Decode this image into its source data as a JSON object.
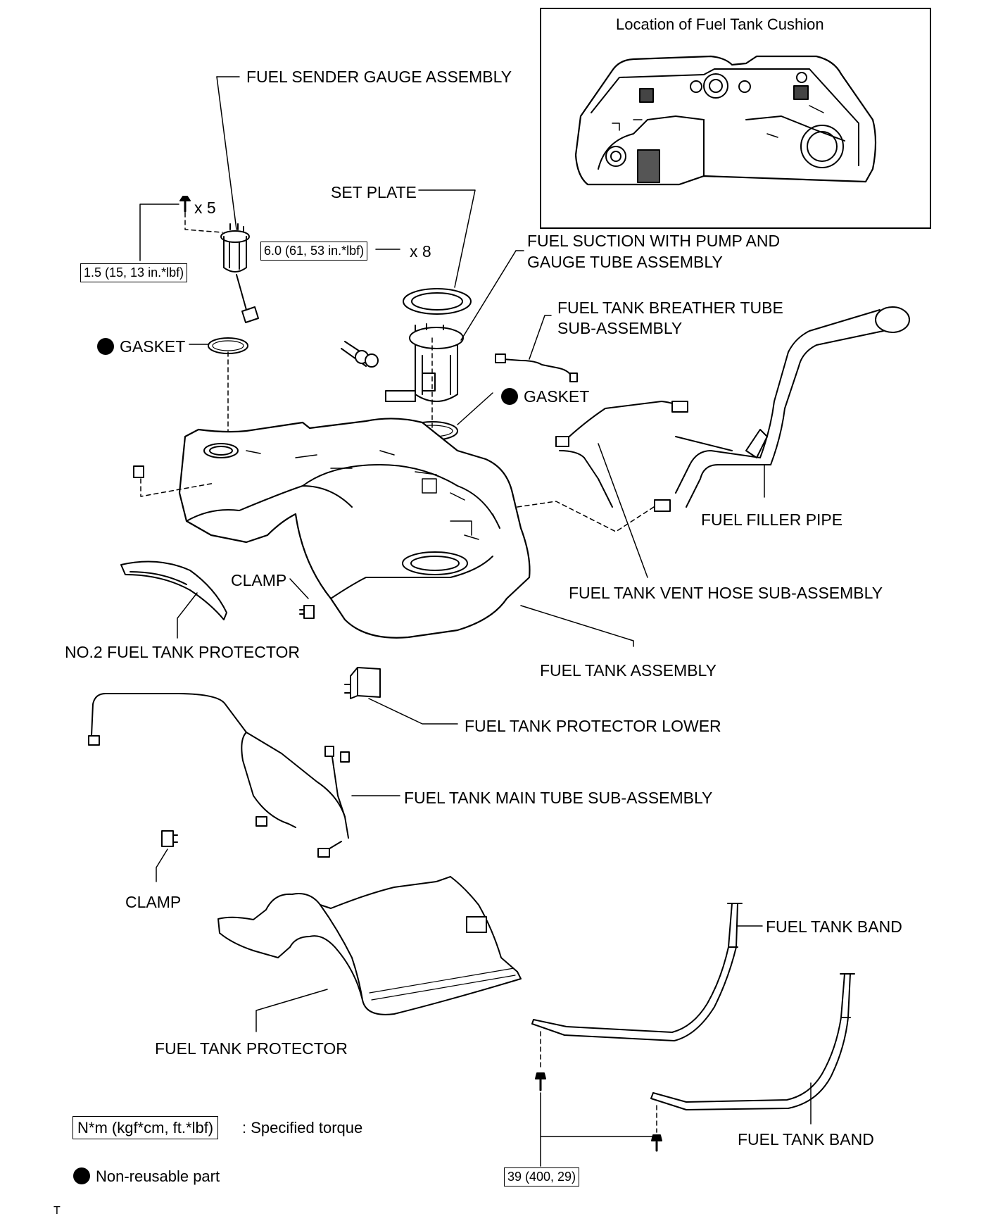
{
  "inset": {
    "title": "Location of Fuel Tank Cushion"
  },
  "labels": {
    "fuel_sender_gauge": "FUEL SENDER GAUGE ASSEMBLY",
    "set_plate": "SET PLATE",
    "fuel_suction_line1": "FUEL SUCTION WITH PUMP AND",
    "fuel_suction_line2": "GAUGE TUBE ASSEMBLY",
    "breather_line1": "FUEL TANK BREATHER TUBE",
    "breather_line2": "SUB-ASSEMBLY",
    "gasket_left": "GASKET",
    "gasket_right": "GASKET",
    "fuel_filler_pipe": "FUEL FILLER PIPE",
    "clamp_upper": "CLAMP",
    "vent_hose": "FUEL TANK VENT HOSE SUB-ASSEMBLY",
    "no2_protector": "NO.2 FUEL TANK PROTECTOR",
    "fuel_tank_assembly": "FUEL TANK ASSEMBLY",
    "protector_lower": "FUEL TANK PROTECTOR LOWER",
    "main_tube": "FUEL TANK MAIN TUBE SUB-ASSEMBLY",
    "clamp_lower": "CLAMP",
    "fuel_tank_band_1": "FUEL TANK BAND",
    "fuel_tank_protector": "FUEL TANK PROTECTOR",
    "fuel_tank_band_2": "FUEL TANK BAND",
    "qty_x5": "x 5",
    "qty_x8": "x 8",
    "footer_mark": "T"
  },
  "torque": {
    "sender_screws": "1.5 (15, 13 in.*lbf)",
    "set_plate_screws": "6.0 (61, 53 in.*lbf)",
    "band_bolts": "39 (400, 29)"
  },
  "legend": {
    "torque_box": "N*m (kgf*cm, ft.*lbf)",
    "torque_text": ": Specified torque",
    "nonreusable_text": "Non-reusable part"
  }
}
